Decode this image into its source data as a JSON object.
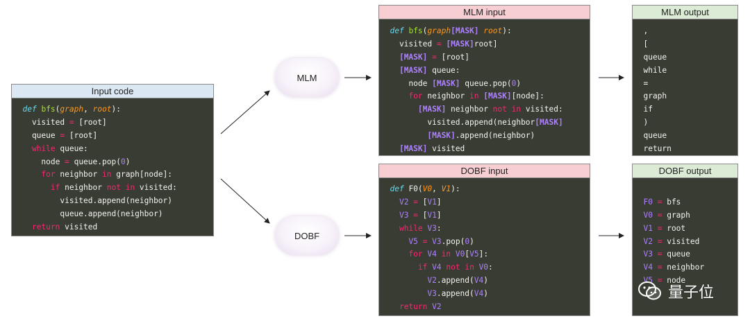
{
  "panels": {
    "input_code": {
      "title": "Input code",
      "lines": [
        [
          [
            "  ",
            "t-txt"
          ],
          [
            "def",
            "t-def"
          ],
          [
            " ",
            "t-txt"
          ],
          [
            "bfs",
            "t-fn"
          ],
          [
            "(",
            "t-txt"
          ],
          [
            "graph",
            "t-par"
          ],
          [
            ", ",
            "t-txt"
          ],
          [
            "root",
            "t-par"
          ],
          [
            "):",
            "t-txt"
          ]
        ],
        [
          [
            "    visited ",
            "t-txt"
          ],
          [
            "=",
            "t-kw"
          ],
          [
            " [root]",
            "t-txt"
          ]
        ],
        [
          [
            "    queue ",
            "t-txt"
          ],
          [
            "=",
            "t-kw"
          ],
          [
            " [root]",
            "t-txt"
          ]
        ],
        [
          [
            "    ",
            "t-txt"
          ],
          [
            "while",
            "t-kw"
          ],
          [
            " queue:",
            "t-txt"
          ]
        ],
        [
          [
            "      node ",
            "t-txt"
          ],
          [
            "=",
            "t-kw"
          ],
          [
            " queue.pop(",
            "t-txt"
          ],
          [
            "0",
            "t-num"
          ],
          [
            ")",
            "t-txt"
          ]
        ],
        [
          [
            "      ",
            "t-txt"
          ],
          [
            "for",
            "t-kw"
          ],
          [
            " neighbor ",
            "t-txt"
          ],
          [
            "in",
            "t-kw"
          ],
          [
            " graph[node]:",
            "t-txt"
          ]
        ],
        [
          [
            "        ",
            "t-txt"
          ],
          [
            "if",
            "t-kw"
          ],
          [
            " neighbor ",
            "t-txt"
          ],
          [
            "not",
            "t-kw"
          ],
          [
            " ",
            "t-txt"
          ],
          [
            "in",
            "t-kw"
          ],
          [
            " visited:",
            "t-txt"
          ]
        ],
        [
          [
            "          visited.append(neighbor)",
            "t-txt"
          ]
        ],
        [
          [
            "          queue.append(neighbor)",
            "t-txt"
          ]
        ],
        [
          [
            "    ",
            "t-txt"
          ],
          [
            "return",
            "t-kw"
          ],
          [
            " visited",
            "t-txt"
          ]
        ]
      ]
    },
    "mlm_input": {
      "title": "MLM input",
      "lines": [
        [
          [
            "  ",
            "t-txt"
          ],
          [
            "def",
            "t-def"
          ],
          [
            " ",
            "t-txt"
          ],
          [
            "bfs",
            "t-fn"
          ],
          [
            "(",
            "t-txt"
          ],
          [
            "graph",
            "t-par"
          ],
          [
            "[MASK]",
            "t-mask"
          ],
          [
            " ",
            "t-txt"
          ],
          [
            "root",
            "t-par"
          ],
          [
            "):",
            "t-txt"
          ]
        ],
        [
          [
            "    visited ",
            "t-txt"
          ],
          [
            "=",
            "t-kw"
          ],
          [
            " ",
            "t-txt"
          ],
          [
            "[MASK]",
            "t-mask"
          ],
          [
            "root]",
            "t-txt"
          ]
        ],
        [
          [
            "    ",
            "t-txt"
          ],
          [
            "[MASK]",
            "t-mask"
          ],
          [
            " ",
            "t-txt"
          ],
          [
            "=",
            "t-kw"
          ],
          [
            " [root]",
            "t-txt"
          ]
        ],
        [
          [
            "    ",
            "t-txt"
          ],
          [
            "[MASK]",
            "t-mask"
          ],
          [
            " queue:",
            "t-txt"
          ]
        ],
        [
          [
            "      node ",
            "t-txt"
          ],
          [
            "[MASK]",
            "t-mask"
          ],
          [
            " queue.pop(",
            "t-txt"
          ],
          [
            "0",
            "t-num"
          ],
          [
            ")",
            "t-txt"
          ]
        ],
        [
          [
            "      ",
            "t-txt"
          ],
          [
            "for",
            "t-kw"
          ],
          [
            " neighbor ",
            "t-txt"
          ],
          [
            "in",
            "t-kw"
          ],
          [
            " ",
            "t-txt"
          ],
          [
            "[MASK]",
            "t-mask"
          ],
          [
            "[node]:",
            "t-txt"
          ]
        ],
        [
          [
            "        ",
            "t-txt"
          ],
          [
            "[MASK]",
            "t-mask"
          ],
          [
            " neighbor ",
            "t-txt"
          ],
          [
            "not",
            "t-kw"
          ],
          [
            " ",
            "t-txt"
          ],
          [
            "in",
            "t-kw"
          ],
          [
            " visited:",
            "t-txt"
          ]
        ],
        [
          [
            "          visited.append(neighbor",
            "t-txt"
          ],
          [
            "[MASK]",
            "t-mask"
          ]
        ],
        [
          [
            "          ",
            "t-txt"
          ],
          [
            "[MASK]",
            "t-mask"
          ],
          [
            ".append(neighbor)",
            "t-txt"
          ]
        ],
        [
          [
            "    ",
            "t-txt"
          ],
          [
            "[MASK]",
            "t-mask"
          ],
          [
            " visited",
            "t-txt"
          ]
        ]
      ]
    },
    "mlm_output": {
      "title": "MLM output",
      "lines": [
        [
          [
            "  ,",
            "t-txt"
          ]
        ],
        [
          [
            "  [",
            "t-txt"
          ]
        ],
        [
          [
            "  queue",
            "t-txt"
          ]
        ],
        [
          [
            "  while",
            "t-txt"
          ]
        ],
        [
          [
            "  =",
            "t-txt"
          ]
        ],
        [
          [
            "  graph",
            "t-txt"
          ]
        ],
        [
          [
            "  if",
            "t-txt"
          ]
        ],
        [
          [
            "  )",
            "t-txt"
          ]
        ],
        [
          [
            "  queue",
            "t-txt"
          ]
        ],
        [
          [
            "  return",
            "t-txt"
          ]
        ]
      ]
    },
    "dobf_input": {
      "title": "DOBF input",
      "lines": [
        [
          [
            "  ",
            "t-txt"
          ],
          [
            "def",
            "t-def"
          ],
          [
            " F0(",
            "t-txt"
          ],
          [
            "V0",
            "t-par"
          ],
          [
            ", ",
            "t-txt"
          ],
          [
            "V1",
            "t-par"
          ],
          [
            "):",
            "t-txt"
          ]
        ],
        [
          [
            "    ",
            "t-txt"
          ],
          [
            "V2",
            "t-var"
          ],
          [
            " ",
            "t-txt"
          ],
          [
            "=",
            "t-kw"
          ],
          [
            " [",
            "t-txt"
          ],
          [
            "V1",
            "t-var"
          ],
          [
            "]",
            "t-txt"
          ]
        ],
        [
          [
            "    ",
            "t-txt"
          ],
          [
            "V3",
            "t-var"
          ],
          [
            " ",
            "t-txt"
          ],
          [
            "=",
            "t-kw"
          ],
          [
            " [",
            "t-txt"
          ],
          [
            "V1",
            "t-var"
          ],
          [
            "]",
            "t-txt"
          ]
        ],
        [
          [
            "    ",
            "t-txt"
          ],
          [
            "while",
            "t-kw"
          ],
          [
            " ",
            "t-txt"
          ],
          [
            "V3",
            "t-var"
          ],
          [
            ":",
            "t-txt"
          ]
        ],
        [
          [
            "      ",
            "t-txt"
          ],
          [
            "V5",
            "t-var"
          ],
          [
            " ",
            "t-txt"
          ],
          [
            "=",
            "t-kw"
          ],
          [
            " ",
            "t-txt"
          ],
          [
            "V3",
            "t-var"
          ],
          [
            ".pop(",
            "t-txt"
          ],
          [
            "0",
            "t-num"
          ],
          [
            ")",
            "t-txt"
          ]
        ],
        [
          [
            "      ",
            "t-txt"
          ],
          [
            "for",
            "t-kw"
          ],
          [
            " ",
            "t-txt"
          ],
          [
            "V4",
            "t-var"
          ],
          [
            " ",
            "t-txt"
          ],
          [
            "in",
            "t-kw"
          ],
          [
            " ",
            "t-txt"
          ],
          [
            "V0",
            "t-var"
          ],
          [
            "[",
            "t-txt"
          ],
          [
            "V5",
            "t-var"
          ],
          [
            "]:",
            "t-txt"
          ]
        ],
        [
          [
            "        ",
            "t-txt"
          ],
          [
            "if",
            "t-kw"
          ],
          [
            " ",
            "t-txt"
          ],
          [
            "V4",
            "t-var"
          ],
          [
            " ",
            "t-txt"
          ],
          [
            "not",
            "t-kw"
          ],
          [
            " ",
            "t-txt"
          ],
          [
            "in",
            "t-kw"
          ],
          [
            " ",
            "t-txt"
          ],
          [
            "V0",
            "t-var"
          ],
          [
            ":",
            "t-txt"
          ]
        ],
        [
          [
            "          ",
            "t-txt"
          ],
          [
            "V2",
            "t-var"
          ],
          [
            ".append(",
            "t-txt"
          ],
          [
            "V4",
            "t-var"
          ],
          [
            ")",
            "t-txt"
          ]
        ],
        [
          [
            "          ",
            "t-txt"
          ],
          [
            "V3",
            "t-var"
          ],
          [
            ".append(",
            "t-txt"
          ],
          [
            "V4",
            "t-var"
          ],
          [
            ")",
            "t-txt"
          ]
        ],
        [
          [
            "    ",
            "t-txt"
          ],
          [
            "return",
            "t-kw"
          ],
          [
            " ",
            "t-txt"
          ],
          [
            "V2",
            "t-var"
          ]
        ]
      ]
    },
    "dobf_output": {
      "title": "DOBF output",
      "lines": [
        [
          [
            "  ",
            "t-txt"
          ]
        ],
        [
          [
            "  ",
            "t-txt"
          ],
          [
            "F0",
            "t-var"
          ],
          [
            " ",
            "t-txt"
          ],
          [
            "=",
            "t-kw"
          ],
          [
            " bfs",
            "t-txt"
          ]
        ],
        [
          [
            "  ",
            "t-txt"
          ],
          [
            "V0",
            "t-var"
          ],
          [
            " ",
            "t-txt"
          ],
          [
            "=",
            "t-kw"
          ],
          [
            " graph",
            "t-txt"
          ]
        ],
        [
          [
            "  ",
            "t-txt"
          ],
          [
            "V1",
            "t-var"
          ],
          [
            " ",
            "t-txt"
          ],
          [
            "=",
            "t-kw"
          ],
          [
            " root",
            "t-txt"
          ]
        ],
        [
          [
            "  ",
            "t-txt"
          ],
          [
            "V2",
            "t-var"
          ],
          [
            " ",
            "t-txt"
          ],
          [
            "=",
            "t-kw"
          ],
          [
            " visited",
            "t-txt"
          ]
        ],
        [
          [
            "  ",
            "t-txt"
          ],
          [
            "V3",
            "t-var"
          ],
          [
            " ",
            "t-txt"
          ],
          [
            "=",
            "t-kw"
          ],
          [
            " queue",
            "t-txt"
          ]
        ],
        [
          [
            "  ",
            "t-txt"
          ],
          [
            "V4",
            "t-var"
          ],
          [
            " ",
            "t-txt"
          ],
          [
            "=",
            "t-kw"
          ],
          [
            " neighbor",
            "t-txt"
          ]
        ],
        [
          [
            "  ",
            "t-txt"
          ],
          [
            "V5",
            "t-var"
          ],
          [
            " ",
            "t-txt"
          ],
          [
            "=",
            "t-kw"
          ],
          [
            " node",
            "t-txt"
          ]
        ]
      ]
    }
  },
  "bubbles": {
    "mlm": "MLM",
    "dobf": "DOBF"
  },
  "watermark": {
    "text": "量子位",
    "icon": "wechat-icon"
  }
}
